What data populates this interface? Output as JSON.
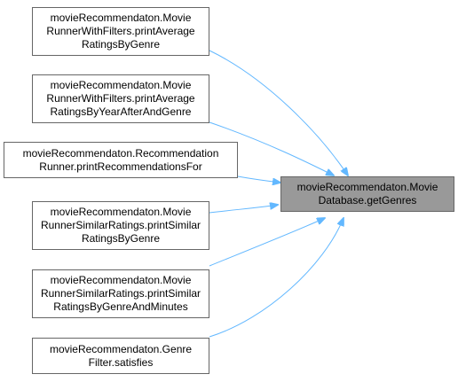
{
  "colors": {
    "edge": "#63b8ff",
    "node_border": "#666666",
    "node_fill": "#ffffff",
    "target_fill": "#999999",
    "text": "#000000"
  },
  "target": {
    "lines": [
      "movieRecommendaton.Movie",
      "Database.getGenres"
    ]
  },
  "callers": [
    {
      "lines": [
        "movieRecommendaton.Movie",
        "RunnerWithFilters.printAverage",
        "RatingsByGenre"
      ]
    },
    {
      "lines": [
        "movieRecommendaton.Movie",
        "RunnerWithFilters.printAverage",
        "RatingsByYearAfterAndGenre"
      ]
    },
    {
      "lines": [
        "movieRecommendaton.Recommendation",
        "Runner.printRecommendationsFor"
      ]
    },
    {
      "lines": [
        "movieRecommendaton.Movie",
        "RunnerSimilarRatings.printSimilar",
        "RatingsByGenre"
      ]
    },
    {
      "lines": [
        "movieRecommendaton.Movie",
        "RunnerSimilarRatings.printSimilar",
        "RatingsByGenreAndMinutes"
      ]
    },
    {
      "lines": [
        "movieRecommendaton.Genre",
        "Filter.satisfies"
      ]
    }
  ]
}
